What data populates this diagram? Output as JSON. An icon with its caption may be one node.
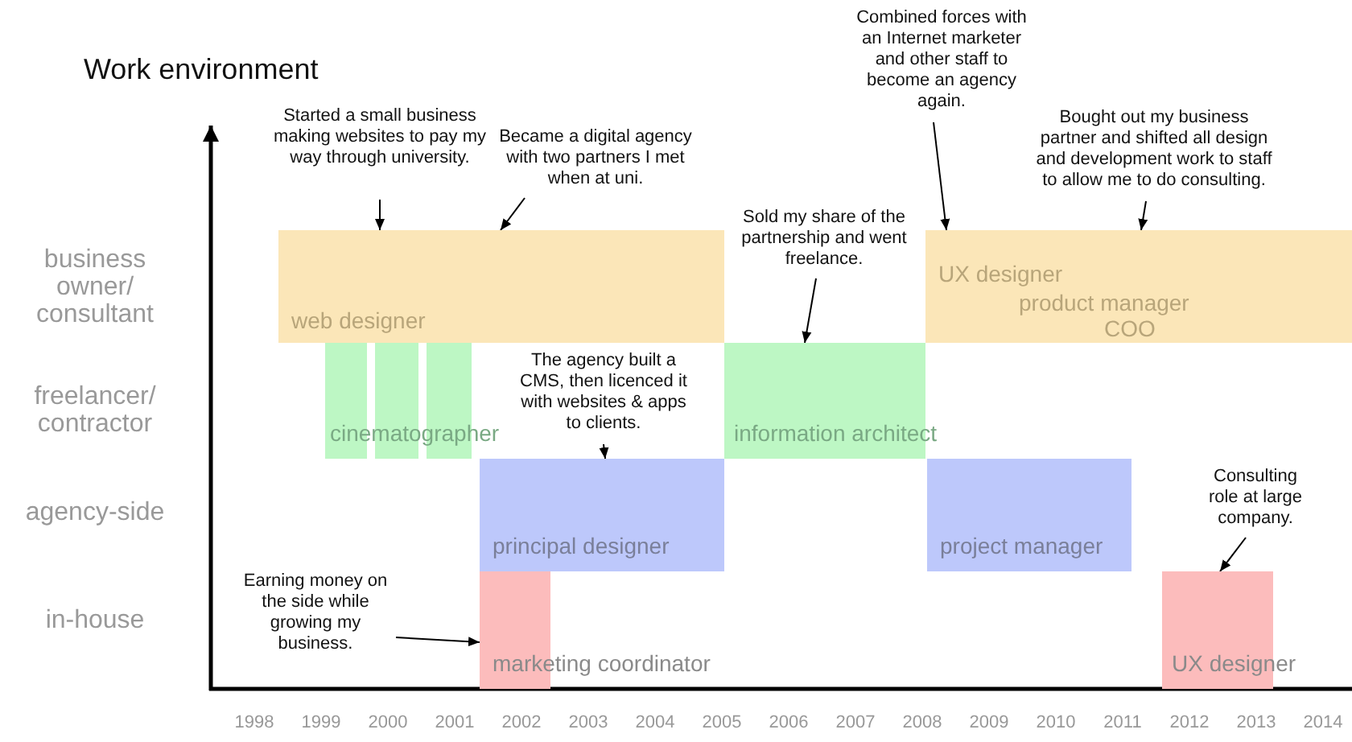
{
  "diagram": {
    "title": "Work environment",
    "nodes": [
      {
        "text": [
          "web designer"
        ]
      },
      {
        "text": [
          "cinematographer"
        ]
      },
      {
        "text": [
          "information architect"
        ]
      },
      {
        "text": [
          "UX designer",
          "product manager",
          "COO"
        ]
      },
      {
        "text": [
          "principal designer"
        ]
      },
      {
        "text": [
          "project manager"
        ]
      },
      {
        "text": [
          "marketing coordinator"
        ]
      },
      {
        "text": [
          "UX designer"
        ]
      },
      {
        "text": [
          "Started a small business making websites to pay my way through university."
        ]
      },
      {
        "text": [
          "Became a digital agency with two partners I met when at uni."
        ]
      },
      {
        "text": [
          "Sold my share of the partnership and went freelance."
        ]
      },
      {
        "text": [
          "The agency built a CMS, then licenced it with websites & apps to clients."
        ]
      },
      {
        "text": [
          "Combined forces with an Internet marketer and other staff to become an agency again."
        ]
      },
      {
        "text": [
          "Bought out my business partner and shifted all design and development work to staff to allow me to do consulting."
        ]
      },
      {
        "text": [
          "Earning money on the side while growing my business."
        ]
      },
      {
        "text": [
          "Consulting role at large company."
        ]
      }
    ],
    "edges": [
      {
        "from": 8,
        "to": 0,
        "arrow": "to"
      },
      {
        "from": 9,
        "to": 0,
        "arrow": "to"
      },
      {
        "from": 10,
        "to": 2,
        "arrow": "to"
      },
      {
        "from": 11,
        "to": 4,
        "arrow": "to"
      },
      {
        "from": 12,
        "to": 3,
        "arrow": "to"
      },
      {
        "from": 13,
        "to": 3,
        "arrow": "to"
      },
      {
        "from": 14,
        "to": 6,
        "arrow": "to"
      },
      {
        "from": 15,
        "to": 7,
        "arrow": "to"
      }
    ],
    "labels": [
      "business owner/ consultant",
      "freelancer/ contractor",
      "agency-side",
      "in-house",
      "1998",
      "1999",
      "2000",
      "2001",
      "2002",
      "2003",
      "2004",
      "2005",
      "2006",
      "2007",
      "2008",
      "2009",
      "2010",
      "2011",
      "2012",
      "2013",
      "2014"
    ]
  }
}
